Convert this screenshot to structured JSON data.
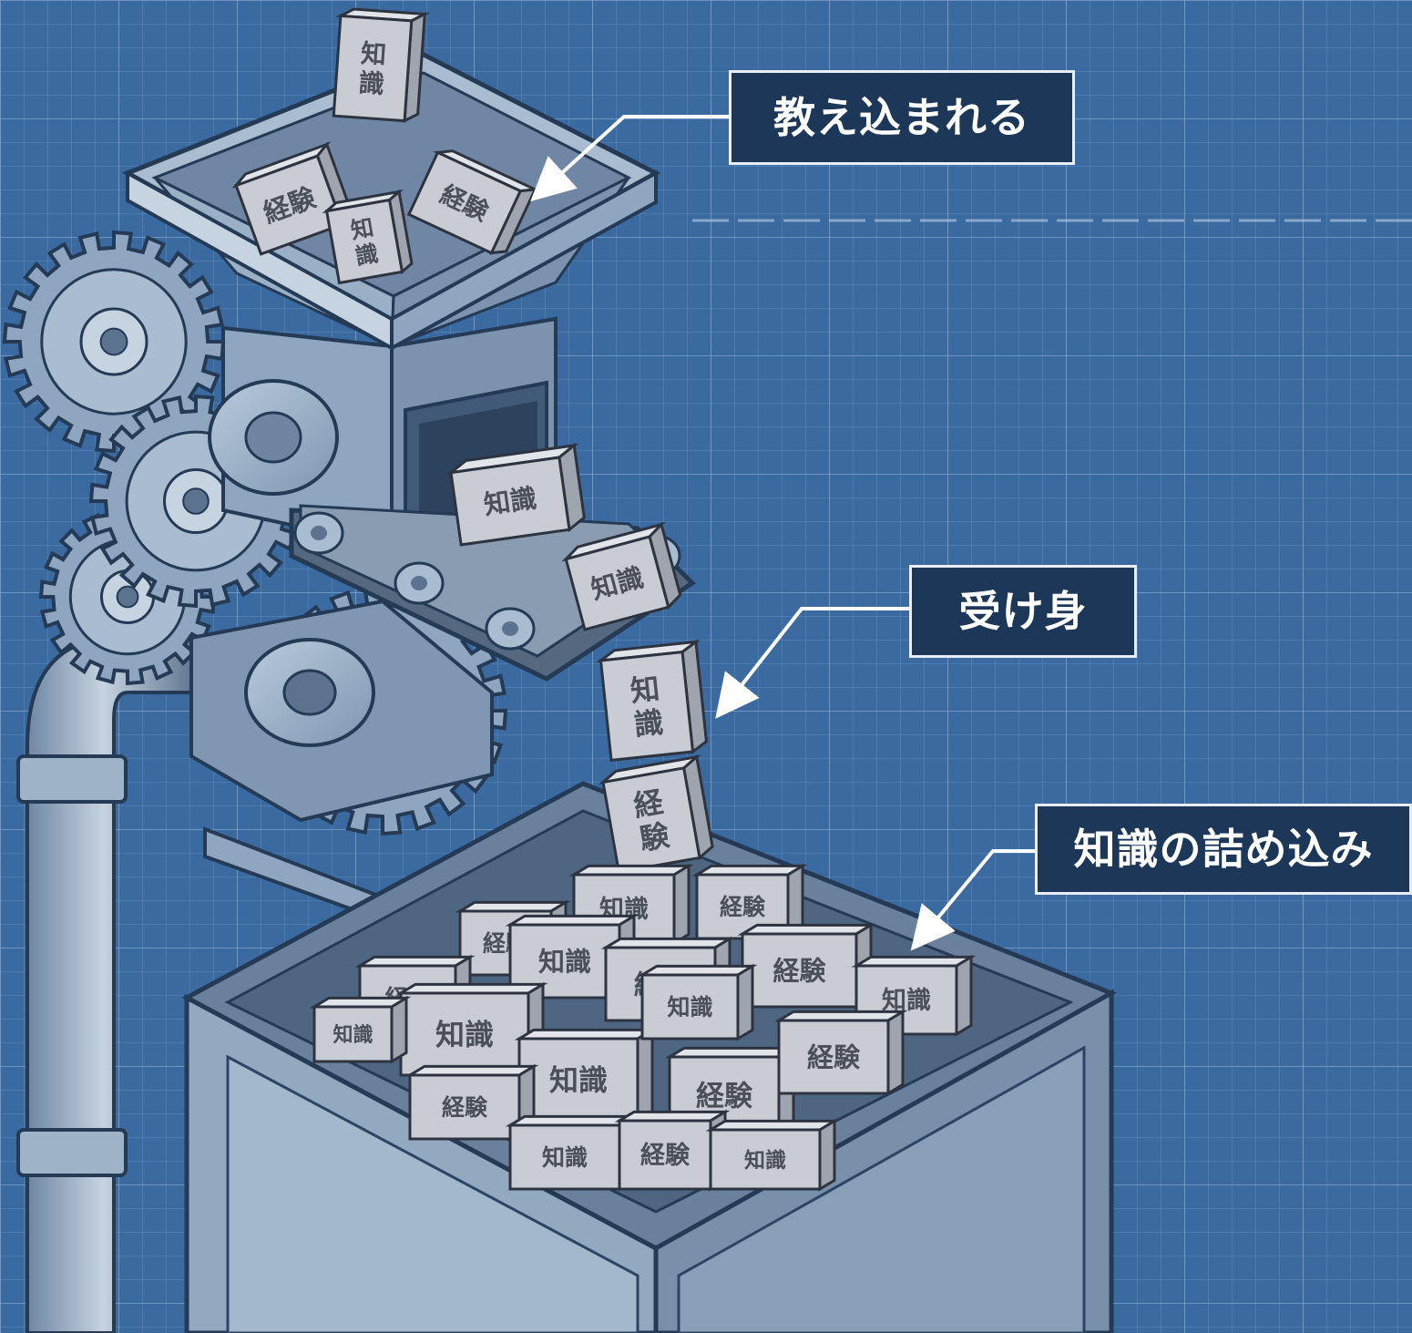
{
  "colors": {
    "blueprint_bg": "#3a6aa0",
    "grid_line": "#6d97c6",
    "metal": "#8ea6c0",
    "metal_light": "#b9cadb",
    "metal_dark": "#5c7390",
    "block": "#c9cdd3",
    "label_bg": "#1c3757",
    "label_text": "#ffffff"
  },
  "callouts": [
    {
      "text": "教え込まれる"
    },
    {
      "text": "受け身"
    },
    {
      "text": "知識の詰め込み"
    }
  ],
  "blocks": {
    "knowledge": "知識",
    "experience": "経験"
  },
  "icons": [
    "gear-icon",
    "hopper-icon",
    "conveyor-icon",
    "pipe-icon",
    "bin-icon",
    "arrow-icon"
  ]
}
